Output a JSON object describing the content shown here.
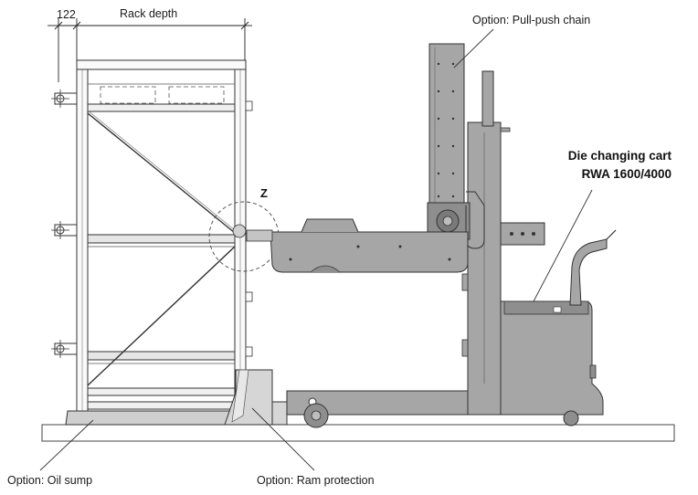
{
  "dimensions": {
    "offset_value": "122",
    "rack_depth_label": "Rack depth"
  },
  "callouts": {
    "pull_push_chain": "Option: Pull-push chain",
    "detail_marker": "Z",
    "product_name_line1": "Die changing cart",
    "product_name_line2": "RWA 1600/4000",
    "oil_sump": "Option: Oil sump",
    "ram_protection": "Option: Ram protection"
  },
  "colors": {
    "machine_grey": "#a6a6a6",
    "machine_grey_dark": "#8e8e8e",
    "outline": "#3a3a3a",
    "rack_fill": "#f4f4f4"
  }
}
